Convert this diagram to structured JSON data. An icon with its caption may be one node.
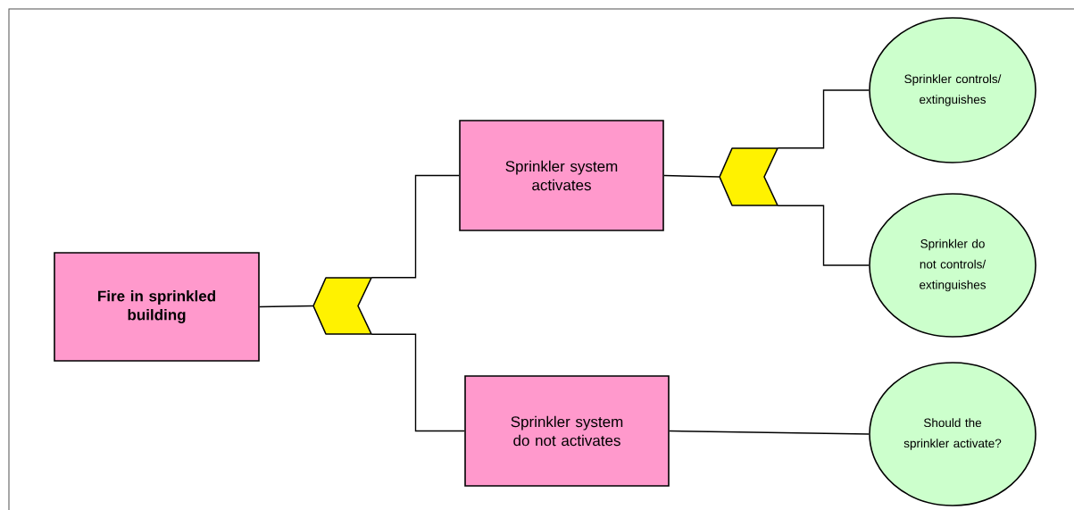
{
  "diagram": {
    "nodes": [
      {
        "text": [
          "Fire in sprinkled building"
        ]
      },
      {
        "text": [],
        "shape": "chevron"
      },
      {
        "text": [
          "Sprinkler system activates"
        ]
      },
      {
        "text": [
          "Sprinkler system do not activates"
        ]
      },
      {
        "text": [],
        "shape": "chevron"
      },
      {
        "text": [
          "Sprinkler controls/ extinguishes"
        ]
      },
      {
        "text": [
          "Sprinkler do not controls/ extinguishes"
        ]
      },
      {
        "text": [
          "Should the sprinkler activate?"
        ]
      }
    ],
    "edges": [
      {
        "from": 0,
        "to": 1,
        "arrow": "none"
      },
      {
        "from": 1,
        "to": 2,
        "arrow": "none"
      },
      {
        "from": 1,
        "to": 3,
        "arrow": "none"
      },
      {
        "from": 2,
        "to": 4,
        "arrow": "none"
      },
      {
        "from": 4,
        "to": 5,
        "arrow": "none"
      },
      {
        "from": 4,
        "to": 6,
        "arrow": "none"
      },
      {
        "from": 3,
        "to": 7,
        "arrow": "none"
      }
    ]
  }
}
